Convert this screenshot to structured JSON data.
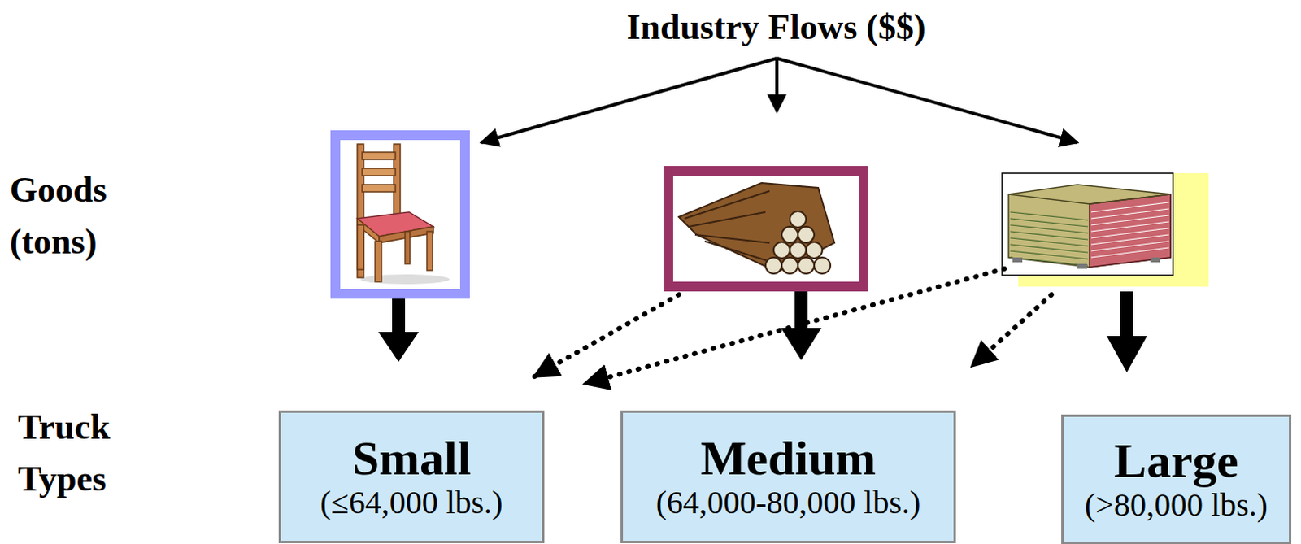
{
  "diagram": {
    "nodes": [
      {
        "text": [
          "Small",
          "(≤64,000 lbs.)"
        ]
      },
      {
        "text": [
          "Medium",
          "(64,000-80,000 lbs.)"
        ]
      },
      {
        "text": [
          "Large",
          "(>80,000 lbs.)"
        ]
      }
    ],
    "labels": [
      "Industry Flows ($$)",
      "Goods (tons)",
      "Truck Types"
    ]
  }
}
